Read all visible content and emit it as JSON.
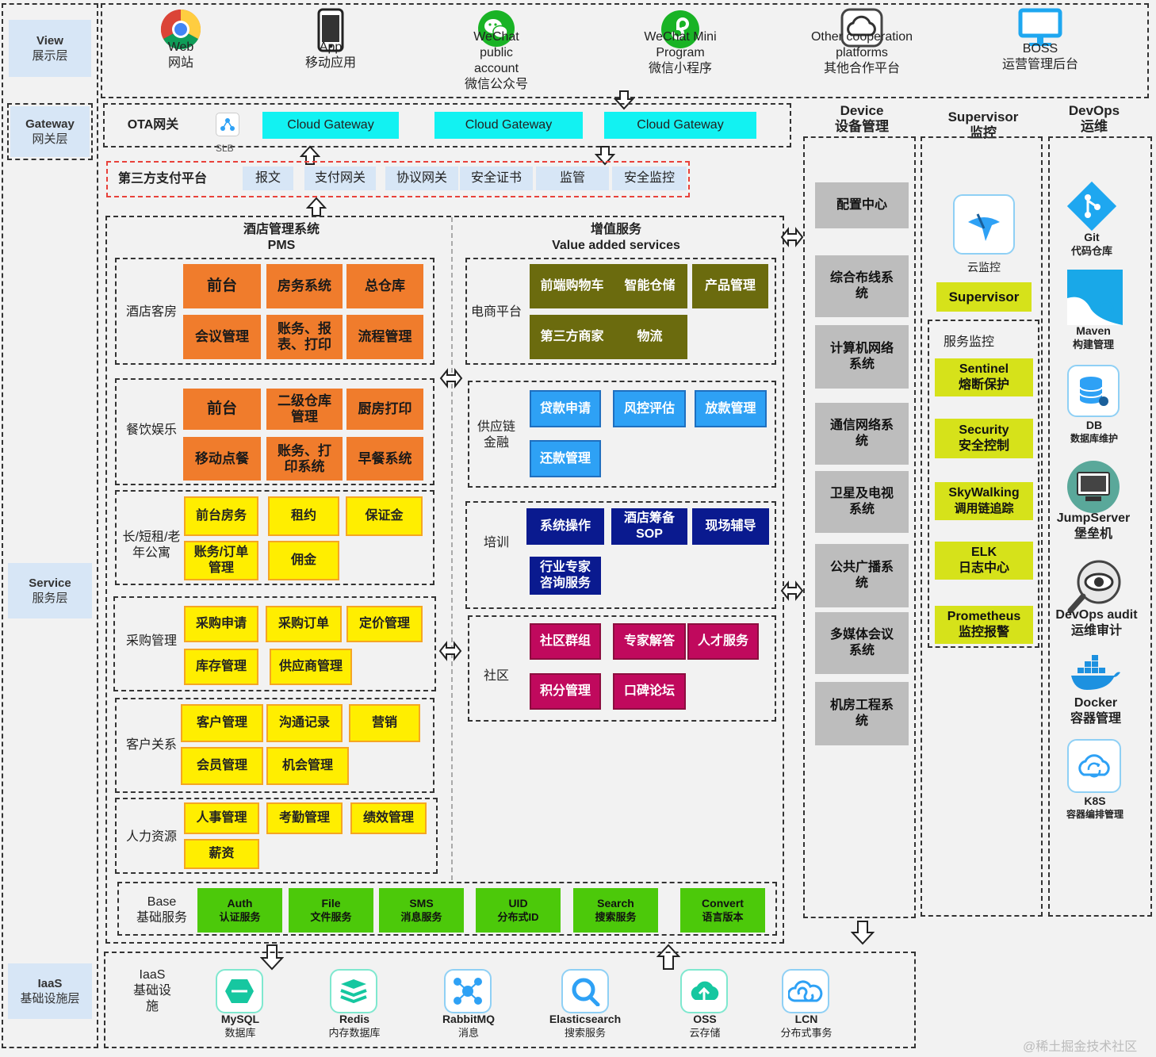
{
  "layers": {
    "view": [
      "View",
      "展示层"
    ],
    "gateway": [
      "Gateway",
      "网关层"
    ],
    "service": [
      "Service",
      "服务层"
    ],
    "iaas": [
      "IaaS",
      "基础设施层"
    ]
  },
  "view_items": [
    {
      "l1": "Web",
      "l2": "网站",
      "icon": "chrome-icon"
    },
    {
      "l1": "App",
      "l2": "移动应用",
      "icon": "phone-icon"
    },
    {
      "l1": "WeChat public account",
      "l2": "微信公众号",
      "icon": "wechat-icon"
    },
    {
      "l1": "WeChat Mini Program",
      "l2": "微信小程序",
      "icon": "mini-program-icon"
    },
    {
      "l1": "Other cooperation platforms",
      "l2": "其他合作平台",
      "icon": "cloud-sync-icon"
    },
    {
      "l1": "BOSS",
      "l2": "运营管理后台",
      "icon": "monitor-icon"
    }
  ],
  "gateway": {
    "ota": "OTA网关",
    "slb": "SLB",
    "cloud_gateways": [
      "Cloud Gateway",
      "Cloud Gateway",
      "Cloud Gateway"
    ]
  },
  "payment": {
    "title": "第三方支付平台",
    "items": [
      "报文",
      "支付网关",
      "协议网关",
      "安全证书",
      "监管",
      "安全监控"
    ]
  },
  "pms": {
    "title": [
      "酒店管理系统",
      "PMS"
    ],
    "groups": {
      "guest": {
        "label": "酒店客房",
        "items": [
          "前台",
          "房务系统",
          "总仓库",
          "会议管理",
          "账务、报表、打印",
          "流程管理"
        ]
      },
      "dining": {
        "label": "餐饮娱乐",
        "items": [
          "前台",
          "二级仓库管理",
          "厨房打印",
          "移动点餐",
          "账务、打印系统",
          "早餐系统"
        ]
      },
      "rental": {
        "label": "长/短租/老年公寓",
        "items": [
          "前台房务",
          "租约",
          "保证金",
          "账务/订单管理",
          "佣金"
        ]
      },
      "purchase": {
        "label": "采购管理",
        "items": [
          "采购申请",
          "采购订单",
          "定价管理",
          "库存管理",
          "供应商管理"
        ]
      },
      "crm": {
        "label": "客户关系",
        "items": [
          "客户管理",
          "沟通记录",
          "营销",
          "会员管理",
          "机会管理"
        ]
      },
      "hr": {
        "label": "人力资源",
        "items": [
          "人事管理",
          "考勤管理",
          "绩效管理",
          "薪资"
        ]
      }
    }
  },
  "vas": {
    "title": [
      "增值服务",
      "Value added services"
    ],
    "ecommerce": {
      "label": "电商平台",
      "items": [
        "前端购物车",
        "智能仓储",
        "产品管理",
        "第三方商家",
        "物流"
      ]
    },
    "finance": {
      "label": "供应链金融",
      "items": [
        "贷款申请",
        "风控评估",
        "放款管理",
        "还款管理"
      ]
    },
    "training": {
      "label": "培训",
      "items": [
        "系统操作",
        "酒店筹备SOP",
        "现场辅导",
        "行业专家咨询服务"
      ]
    },
    "community": {
      "label": "社区",
      "items": [
        "社区群组",
        "专家解答",
        "人才服务",
        "积分管理",
        "口碑论坛"
      ]
    }
  },
  "base": {
    "title": [
      "Base",
      "基础服务"
    ],
    "items": [
      [
        "Auth",
        "认证服务"
      ],
      [
        "File",
        "文件服务"
      ],
      [
        "SMS",
        "消息服务"
      ],
      [
        "UID",
        "分布式ID"
      ],
      [
        "Search",
        "搜索服务"
      ],
      [
        "Convert",
        "语言版本"
      ]
    ]
  },
  "device": {
    "title": [
      "Device",
      "设备管理"
    ],
    "items": [
      "配置中心",
      "综合布线系统",
      "计算机网络系统",
      "通信网络系统",
      "卫星及电视系统",
      "公共广播系统",
      "多媒体会议系统",
      "机房工程系统"
    ]
  },
  "supervisor": {
    "title": [
      "Supervisor",
      "监控"
    ],
    "cloud_label": "云监控",
    "name": "Supervisor",
    "service_monitor": "服务监控",
    "items": [
      [
        "Sentinel",
        "熔断保护"
      ],
      [
        "Security",
        "安全控制"
      ],
      [
        "SkyWalking",
        "调用链追踪"
      ],
      [
        "ELK",
        "日志中心"
      ],
      [
        "Prometheus",
        "监控报警"
      ]
    ]
  },
  "devops": {
    "title": [
      "DevOps",
      "运维"
    ],
    "items": [
      {
        "l1": "Git",
        "l2": "代码仓库",
        "icon": "git-icon"
      },
      {
        "l1": "Maven",
        "l2": "构建管理",
        "icon": "maven-icon"
      },
      {
        "l1": "DB",
        "l2": "数据库维护",
        "icon": "database-icon"
      },
      {
        "l1": "JumpServer",
        "l2": "堡垒机",
        "icon": "jumpserver-icon"
      },
      {
        "l1": "DevOps audit",
        "l2": "运维审计",
        "icon": "audit-icon"
      },
      {
        "l1": "Docker",
        "l2": "容器管理",
        "icon": "docker-icon"
      },
      {
        "l1": "K8S",
        "l2": "容器编排管理",
        "icon": "k8s-icon"
      }
    ]
  },
  "iaas": {
    "title": [
      "IaaS",
      "基础设",
      "施"
    ],
    "items": [
      {
        "l1": "MySQL",
        "l2": "数据库",
        "icon": "mysql-icon"
      },
      {
        "l1": "Redis",
        "l2": "内存数据库",
        "icon": "redis-icon"
      },
      {
        "l1": "RabbitMQ",
        "l2": "消息",
        "icon": "rabbitmq-icon"
      },
      {
        "l1": "Elasticsearch",
        "l2": "搜索服务",
        "icon": "elasticsearch-icon"
      },
      {
        "l1": "OSS",
        "l2": "云存储",
        "icon": "oss-icon"
      },
      {
        "l1": "LCN",
        "l2": "分布式事务",
        "icon": "lcn-icon"
      }
    ]
  },
  "watermark": "@稀土掘金技术社区",
  "colors": {
    "orange": "#f07c2c",
    "yellow": "#ffee00",
    "olive": "#6b6b0e",
    "blue": "#2ea1f5",
    "navy": "#0a1a8f",
    "magenta": "#c0095d",
    "green": "#4cc90a",
    "gray": "#bdbdbd",
    "lime": "#d6e21a",
    "cyan": "#12f2f2"
  }
}
